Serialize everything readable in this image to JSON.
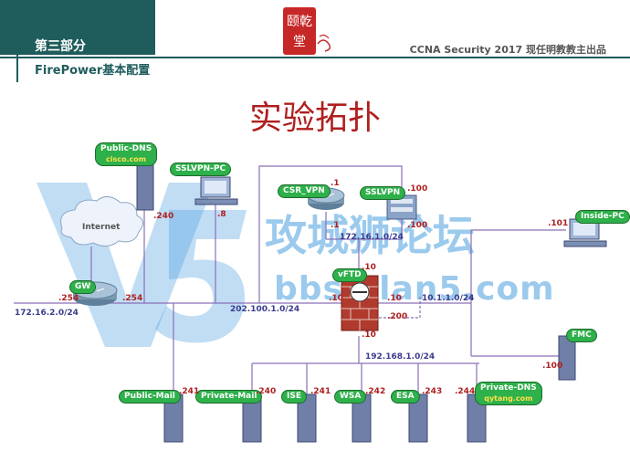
{
  "header": {
    "part": "第三部分",
    "subtitle": "FirePower基本配置",
    "course": "CCNA Security 2017  现任明教教主出品",
    "seal_text": "乾颐堂"
  },
  "title": "实验拓扑",
  "watermark": {
    "text_cn": "攻城狮论坛",
    "text_url": "bbs.vlan5.com"
  },
  "devices": {
    "public_dns": {
      "name": "Public-DNS",
      "domain": "cisco.com"
    },
    "sslvpn_pc": {
      "name": "SSLVPN-PC"
    },
    "csr_vpn": {
      "name": "CSR_VPN"
    },
    "sslvpn": {
      "name": "SSLVPN"
    },
    "inside_pc": {
      "name": "Inside-PC"
    },
    "internet": {
      "name": "Internet"
    },
    "gw": {
      "name": "GW"
    },
    "vftd": {
      "name": "vFTD"
    },
    "fmc": {
      "name": "FMC"
    },
    "public_mail": {
      "name": "Public-Mail"
    },
    "private_mail": {
      "name": "Private-Mail"
    },
    "ise": {
      "name": "ISE"
    },
    "wsa": {
      "name": "WSA"
    },
    "esa": {
      "name": "ESA"
    },
    "private_dns": {
      "name": "Private-DNS",
      "domain": "qytang.com"
    }
  },
  "addresses": {
    "pubdns": ".240",
    "sslvpnpc": ".8",
    "csr_top": ".1",
    "csr_bottom": ".1",
    "sslvpn_top": ".100",
    "sslvpn_bottom": ".100",
    "inside_pc": ".101",
    "gw_left": ".254",
    "gw_right": ".254",
    "vftd_top": ".10",
    "vftd_left": ".10",
    "vftd_right": ".10",
    "vftd_200": ".200",
    "vftd_bottom": ".10",
    "fmc": ".100",
    "pubmail": ".241",
    "privmail": ".240",
    "ise": ".241",
    "wsa": ".242",
    "esa": ".243",
    "privdns": ".244"
  },
  "networks": {
    "net_172_16_1": "172.16.1.0/24",
    "net_10_1_1": "10.1.1.0/24",
    "net_172_16_2": "172.16.2.0/24",
    "net_202_100_1": "202.100.1.0/24",
    "net_192_168_1": "192.168.1.0/24"
  },
  "colors": {
    "accent": "#1f5c5c",
    "title": "#b01e1e",
    "label_green": "#2eb04a",
    "addr_red": "#b01e1e",
    "net_blue": "#3b3b8f",
    "link": "#8a70b8"
  }
}
